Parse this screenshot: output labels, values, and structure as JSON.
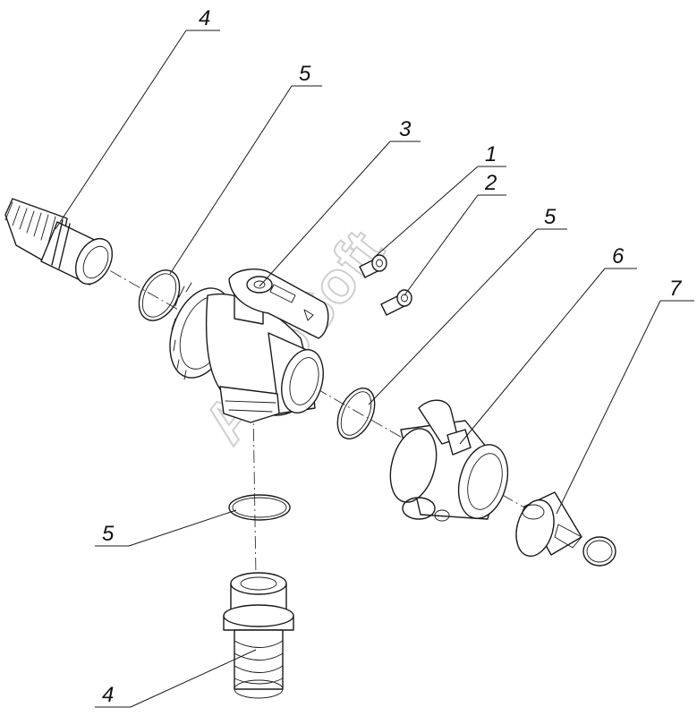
{
  "watermark": "AutoSoft",
  "callouts": {
    "c4_top": "4",
    "c5_left": "5",
    "c3": "3",
    "c1": "1",
    "c2": "2",
    "c5_right": "5",
    "c6": "6",
    "c7": "7",
    "c5_bottom": "5",
    "c4_bottom": "4"
  }
}
